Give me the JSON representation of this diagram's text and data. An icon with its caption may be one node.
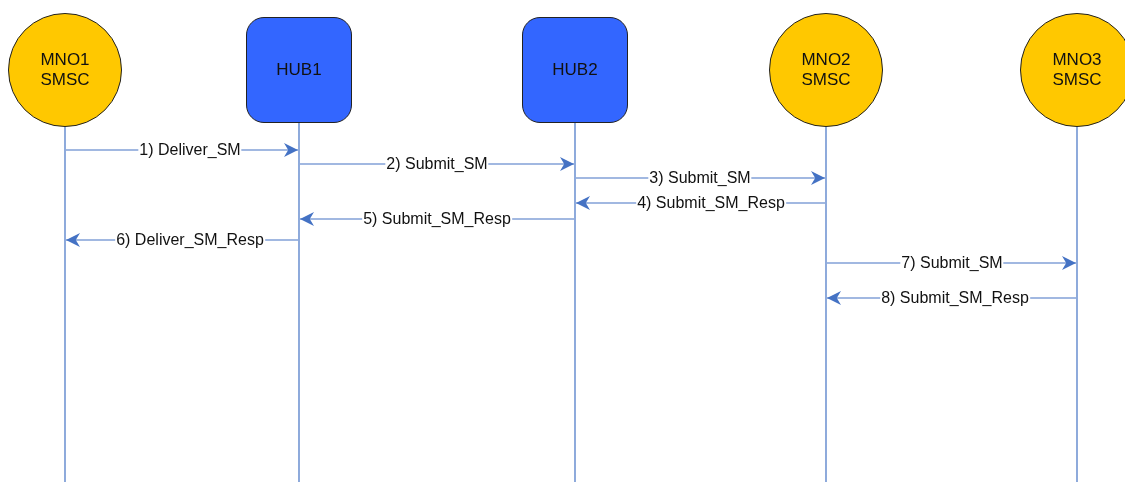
{
  "diagram": {
    "nodes": [
      {
        "text": [
          "MNO1 SMSC"
        ]
      },
      {
        "text": [
          "HUB1"
        ]
      },
      {
        "text": [
          "HUB2"
        ]
      },
      {
        "text": [
          "MNO2 SMSC"
        ]
      },
      {
        "text": [
          "MNO3 SMSC"
        ]
      }
    ],
    "edges": [
      {
        "from": 0,
        "to": 1,
        "arrow": "to",
        "label": "1) Deliver_SM"
      },
      {
        "from": 1,
        "to": 2,
        "arrow": "to",
        "label": "2) Submit_SM"
      },
      {
        "from": 2,
        "to": 3,
        "arrow": "to",
        "label": "3) Submit_SM"
      },
      {
        "from": 3,
        "to": 2,
        "arrow": "to",
        "label": "4) Submit_SM_Resp"
      },
      {
        "from": 2,
        "to": 1,
        "arrow": "to",
        "label": "5) Submit_SM_Resp"
      },
      {
        "from": 1,
        "to": 0,
        "arrow": "to",
        "label": "6) Deliver_SM_Resp"
      },
      {
        "from": 3,
        "to": 4,
        "arrow": "to",
        "label": "7) Submit_SM"
      },
      {
        "from": 4,
        "to": 3,
        "arrow": "to",
        "label": "8) Submit_SM_Resp"
      }
    ]
  }
}
